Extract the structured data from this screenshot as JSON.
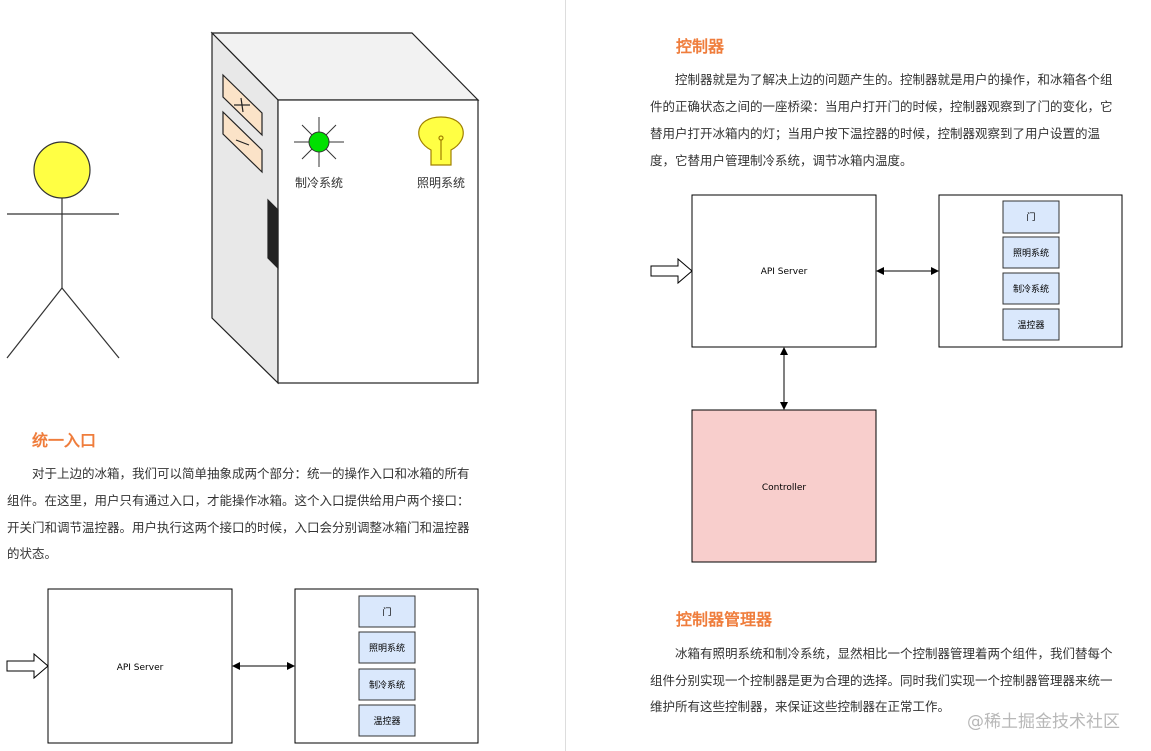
{
  "fridge": {
    "cooling_label": "制冷系统",
    "lighting_label": "照明系统"
  },
  "left": {
    "heading": "统一入口",
    "lines": [
      "　　对于上边的冰箱，我们可以简单抽象成两个部分：统一的操作入口和冰箱的所有",
      "组件。在这里，用户只有通过入口，才能操作冰箱。这个入口提供给用户两个接口：",
      "开关门和调节温控器。用户执行这两个接口的时候，入口会分别调整冰箱门和温控器",
      "的状态。"
    ],
    "diagram": {
      "api_server": "API Server",
      "components": [
        "门",
        "照明系统",
        "制冷系统",
        "温控器"
      ]
    }
  },
  "right": {
    "heading": "控制器",
    "lines": [
      "　　控制器就是为了解决上边的问题产生的。控制器就是用户的操作，和冰箱各个组",
      "件的正确状态之间的一座桥梁：当用户打开门的时候，控制器观察到了门的变化，它",
      "替用户打开冰箱内的灯；当用户按下温控器的时候，控制器观察到了用户设置的温",
      "度，它替用户管理制冷系统，调节冰箱内温度。"
    ],
    "diagram": {
      "api_server": "API Server",
      "controller": "Controller",
      "components": [
        "门",
        "照明系统",
        "制冷系统",
        "温控器"
      ]
    },
    "heading2": "控制器管理器",
    "lines2": [
      "　　冰箱有照明系统和制冷系统，显然相比一个控制器管理着两个组件，我们替每个",
      "组件分别实现一个控制器是更为合理的选择。同时我们实现一个控制器管理器来统一",
      "维护所有这些控制器，来保证这些控制器在正常工作。"
    ]
  },
  "watermark": "@稀土掘金技术社区",
  "colors": {
    "heading": "#ef7d3c",
    "component_fill": "#dae8fc",
    "controller_fill": "#f8cecc",
    "led": "#00e000",
    "bulb": "#ffff33"
  }
}
